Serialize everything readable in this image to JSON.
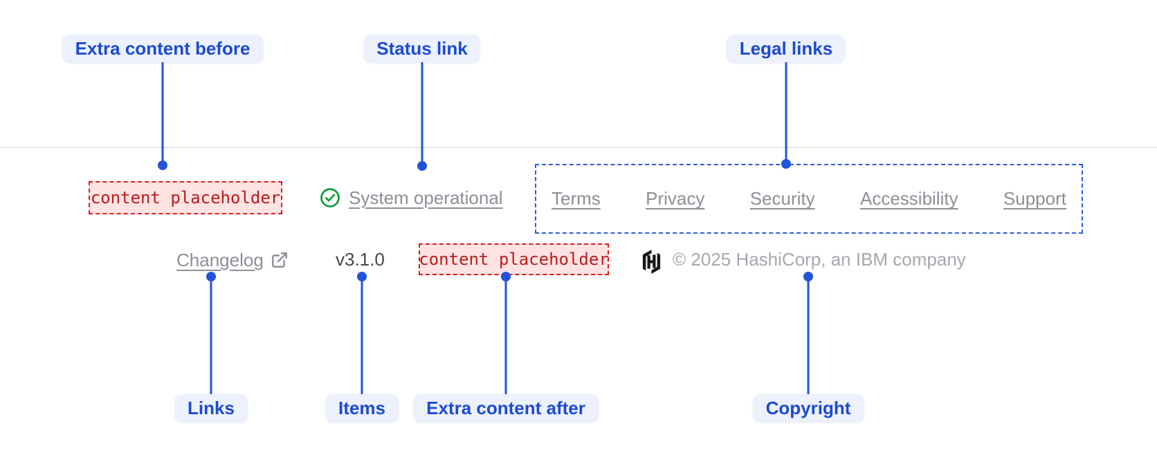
{
  "colors": {
    "annotation_blue": "#1c4ad1",
    "annotation_pill_bg": "#ecf1fc",
    "connector_blue": "#2353d9",
    "legal_dashed_border": "#2e5bd9",
    "link_gray": "#8d8e97",
    "copyright_gray": "#a6a7ae",
    "version_dark": "#45464c",
    "placeholder_red_border": "#dc1a1a",
    "placeholder_red_text": "#bb1b1b",
    "placeholder_red_bg": "#ffe3e3",
    "status_green": "#129a38",
    "divider_gray": "#d2d4da",
    "logo_black": "#15161a"
  },
  "annotations": {
    "top": [
      {
        "label": "Extra content before"
      },
      {
        "label": "Status link"
      },
      {
        "label": "Legal links"
      }
    ],
    "bottom": [
      {
        "label": "Links"
      },
      {
        "label": "Items"
      },
      {
        "label": "Extra content after"
      },
      {
        "label": "Copyright"
      }
    ]
  },
  "footer": {
    "extra_content_before": {
      "placeholder": "content placeholder"
    },
    "status": {
      "label": "System operational",
      "icon": "check-circle-icon"
    },
    "legal_links": [
      "Terms",
      "Privacy",
      "Security",
      "Accessibility",
      "Support"
    ],
    "links": [
      {
        "label": "Changelog",
        "icon": "external-link-icon"
      }
    ],
    "items": {
      "version": "v3.1.0"
    },
    "extra_content_after": {
      "placeholder": "content placeholder"
    },
    "copyright": {
      "logo": "hashicorp-logo",
      "text": "© 2025 HashiCorp, an IBM company"
    }
  }
}
